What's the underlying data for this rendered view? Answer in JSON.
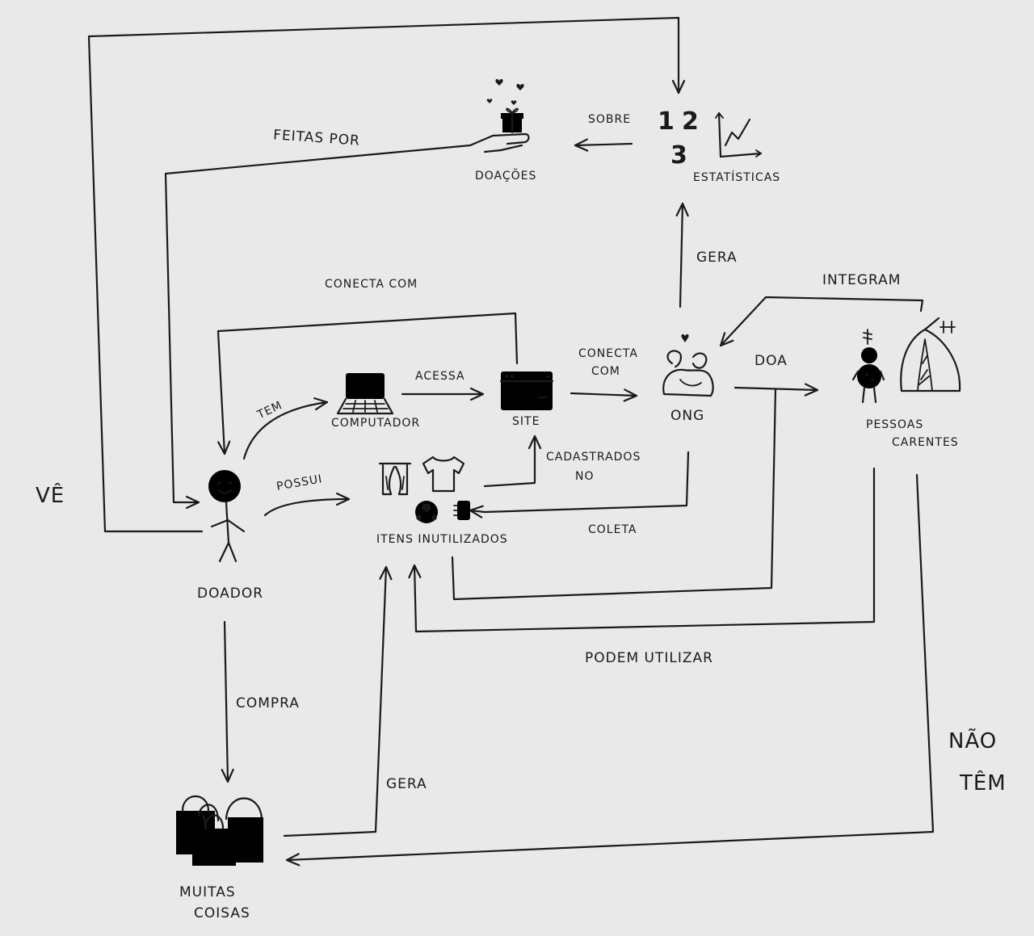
{
  "nodes": {
    "doador": "DOADOR",
    "computador": "COMPUTADOR",
    "site": "SITE",
    "ong": "ONG",
    "pessoas_carentes": [
      "PESSOAS",
      "CARENTES"
    ],
    "itens_inutilizados": "ITENS INUTILIZADOS",
    "doacoes": "DOAÇÕES",
    "estatisticas": "ESTATÍSTICAS",
    "muitas_coisas": [
      "MUITAS",
      "COISAS"
    ],
    "stats_numbers": [
      "1",
      "2",
      "3"
    ]
  },
  "edges": {
    "feitas_por": "FEITAS POR",
    "sobre": "SOBRE",
    "gera_stats": "GERA",
    "conecta_com_top": "CONECTA COM",
    "integram": "INTEGRAM",
    "tem": "TEM",
    "acessa": "ACESSA",
    "conecta_com_ong": [
      "CONECTA",
      "COM"
    ],
    "doa": "DOA",
    "possui": "POSSUI",
    "cadastrados_no": [
      "CADASTRADOS",
      "NO"
    ],
    "coleta": "COLETA",
    "podem_utilizar": "PODEM UTILIZAR",
    "compra": "COMPRA",
    "gera_itens": "GERA",
    "ve": "VÊ",
    "nao_tem": [
      "NÃO",
      "TÊM"
    ]
  }
}
